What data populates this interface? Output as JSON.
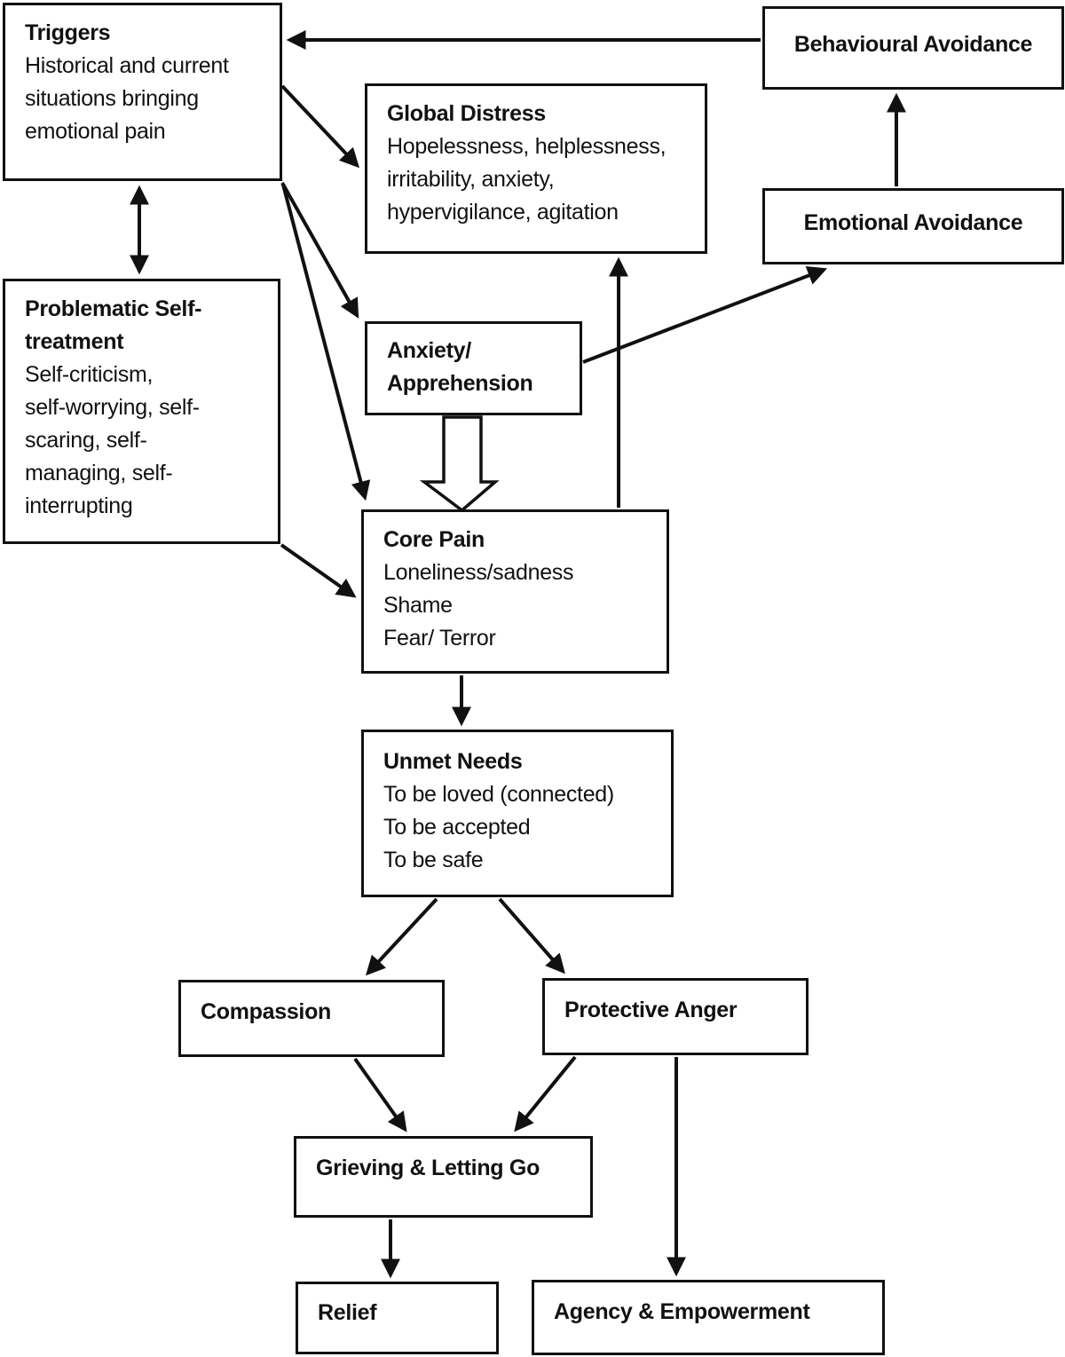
{
  "diagram": {
    "description": "Emotion-focused therapy style flowchart of triggers, distress, avoidance and transformation of core pain",
    "colors": {
      "line": "#111111",
      "box_background": "#ffffff",
      "text": "#111111"
    },
    "nodes": {
      "triggers": {
        "title": "Triggers",
        "body": "Historical and current\nsituations bringing\nemotional pain"
      },
      "global_distress": {
        "title": "Global Distress",
        "body": "Hopelessness, helplessness,\nirritability, anxiety,\nhypervigilance, agitation"
      },
      "behavioural_avoidance": {
        "title": "Behavioural Avoidance"
      },
      "emotional_avoidance": {
        "title": "Emotional Avoidance"
      },
      "problematic_self_treatment": {
        "title": "Problematic Self-treatment",
        "body": "Self-criticism,\nself-worrying, self-\nscaring, self-\nmanaging, self-\ninterrupting"
      },
      "anxiety_apprehension": {
        "title": "Anxiety/ Apprehension"
      },
      "core_pain": {
        "title": "Core Pain",
        "body": "Loneliness/sadness\nShame\nFear/ Terror"
      },
      "unmet_needs": {
        "title": "Unmet Needs",
        "body": "To be loved (connected)\nTo be accepted\nTo be safe"
      },
      "compassion": {
        "title": "Compassion"
      },
      "protective_anger": {
        "title": "Protective Anger"
      },
      "grieving_letting_go": {
        "title": "Grieving & Letting Go"
      },
      "relief": {
        "title": "Relief"
      },
      "agency_empowerment": {
        "title": "Agency & Empowerment"
      }
    },
    "edges": [
      {
        "from": "behavioural_avoidance",
        "to": "triggers",
        "type": "arrow"
      },
      {
        "from": "triggers",
        "to": "problematic_self_treatment",
        "type": "double-arrow"
      },
      {
        "from": "triggers",
        "to": "global_distress",
        "type": "arrow"
      },
      {
        "from": "triggers",
        "to": "anxiety_apprehension",
        "type": "arrow"
      },
      {
        "from": "triggers",
        "to": "core_pain",
        "type": "arrow"
      },
      {
        "from": "problematic_self_treatment",
        "to": "core_pain",
        "type": "arrow"
      },
      {
        "from": "anxiety_apprehension",
        "to": "core_pain",
        "type": "hollow-block-arrow"
      },
      {
        "from": "anxiety_apprehension",
        "to": "emotional_avoidance",
        "type": "arrow"
      },
      {
        "from": "core_pain",
        "to": "global_distress",
        "type": "arrow"
      },
      {
        "from": "emotional_avoidance",
        "to": "behavioural_avoidance",
        "type": "arrow"
      },
      {
        "from": "core_pain",
        "to": "unmet_needs",
        "type": "arrow"
      },
      {
        "from": "unmet_needs",
        "to": "compassion",
        "type": "arrow"
      },
      {
        "from": "unmet_needs",
        "to": "protective_anger",
        "type": "arrow"
      },
      {
        "from": "compassion",
        "to": "grieving_letting_go",
        "type": "arrow"
      },
      {
        "from": "protective_anger",
        "to": "grieving_letting_go",
        "type": "arrow"
      },
      {
        "from": "protective_anger",
        "to": "agency_empowerment",
        "type": "arrow"
      },
      {
        "from": "grieving_letting_go",
        "to": "relief",
        "type": "arrow"
      }
    ]
  }
}
